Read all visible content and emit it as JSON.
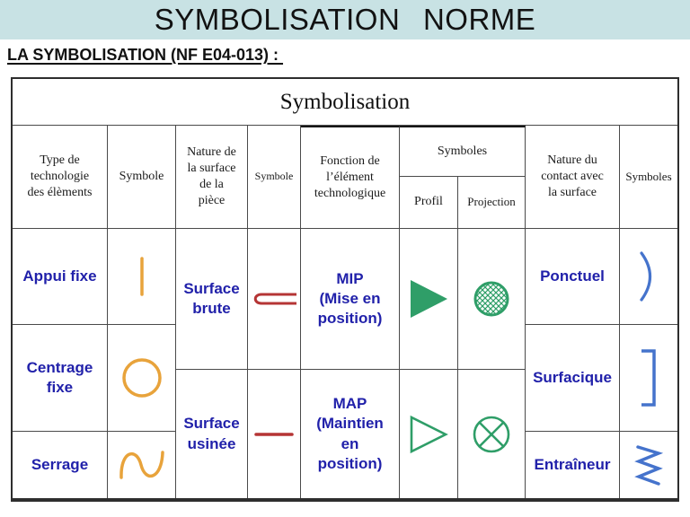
{
  "banner": {
    "title": "SYMBOLISATION NORME",
    "background_color": "#c8e2e4"
  },
  "subtitle": "LA SYMBOLISATION (NF E04-013) : ",
  "table": {
    "title": "Symbolisation",
    "headers": {
      "type_technologie": "Type de\ntechnologie\ndes élèments",
      "symbole_1": "Symbole",
      "nature_surface": "Nature de\nla surface\nde la\npièce",
      "symbole_2": "Symbole",
      "fonction": "Fonction de\nl’élément\ntechnologique",
      "symboles_group": "Symboles",
      "profil": "Profil",
      "projection": "Projection",
      "nature_contact": "Nature du\ncontact avec\nla surface",
      "symboles_2": "Symboles"
    },
    "rows": {
      "technologies": [
        "Appui fixe",
        "Centrage\nfixe",
        "Serrage"
      ],
      "surfaces": [
        "Surface\nbrute",
        "Surface\nusinée"
      ],
      "fonctions": [
        "MIP\n(Mise en\nposition)",
        "MAP\n(Maintien\nen\nposition)"
      ],
      "contacts": [
        "Ponctuel",
        "Surfacique",
        "Entraîneur"
      ]
    },
    "icons": {
      "appui_fixe_symbol": {
        "name": "vertical-bar",
        "color": "#e8a33b"
      },
      "centrage_fixe_symbol": {
        "name": "circle-outline",
        "color": "#e8a33b"
      },
      "serrage_symbol": {
        "name": "sine-wave",
        "color": "#e8a33b"
      },
      "surface_brute_symbol": {
        "name": "open-clamp-left",
        "color": "#b53535"
      },
      "surface_usinee_symbol": {
        "name": "horizontal-line",
        "color": "#b53535"
      },
      "mip_profil_symbol": {
        "name": "triangle-filled-right",
        "color": "#2f9e68"
      },
      "mip_projection_symbol": {
        "name": "circle-crosshatched",
        "color": "#2f9e68"
      },
      "map_profil_symbol": {
        "name": "triangle-outline-right",
        "color": "#2f9e68"
      },
      "map_projection_symbol": {
        "name": "circle-with-x",
        "color": "#2f9e68"
      },
      "ponctuel_symbol": {
        "name": "arc-bulge-right",
        "color": "#4573cc"
      },
      "surfacique_symbol": {
        "name": "square-bracket-right",
        "color": "#4573cc"
      },
      "entraineur_symbol": {
        "name": "vertical-zigzag",
        "color": "#4573cc"
      }
    },
    "text_color_blue": "#2121aa",
    "border_color": "#4a4a4a"
  }
}
